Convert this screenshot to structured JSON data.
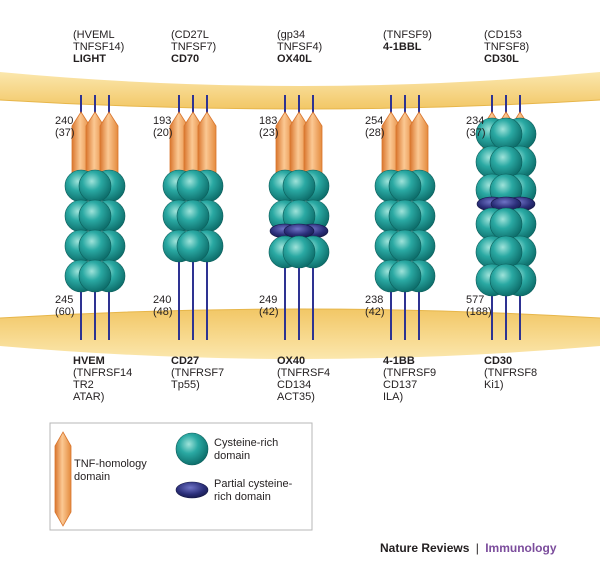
{
  "columns": [
    {
      "ligand_synonyms": [
        "(HVEML",
        "TNFSF14)"
      ],
      "ligand": "LIGHT",
      "ligand_length": "240",
      "ligand_length_sub": "(37)",
      "receptor_length": "245",
      "receptor_length_sub": "(60)",
      "receptor": "HVEM",
      "receptor_synonyms": [
        "(TNFRSF14",
        "TR2",
        "ATAR)"
      ],
      "crd_count": 4,
      "partial_crd": false
    },
    {
      "ligand_synonyms": [
        "(CD27L",
        "TNFSF7)"
      ],
      "ligand": "CD70",
      "ligand_length": "193",
      "ligand_length_sub": "(20)",
      "receptor_length": "240",
      "receptor_length_sub": "(48)",
      "receptor": "CD27",
      "receptor_synonyms": [
        "(TNFRSF7",
        "Tp55)"
      ],
      "crd_count": 3,
      "partial_crd": false
    },
    {
      "ligand_synonyms": [
        "(gp34",
        "TNFSF4)"
      ],
      "ligand": "OX40L",
      "ligand_length": "183",
      "ligand_length_sub": "(23)",
      "receptor_length": "249",
      "receptor_length_sub": "(42)",
      "receptor": "OX40",
      "receptor_synonyms": [
        "(TNFRSF4",
        "CD134",
        "ACT35)"
      ],
      "crd_count": 3,
      "partial_crd": true
    },
    {
      "ligand_synonyms": [
        "(TNFSF9)"
      ],
      "ligand": "4-1BBL",
      "ligand_length": "254",
      "ligand_length_sub": "(28)",
      "receptor_length": "238",
      "receptor_length_sub": "(42)",
      "receptor": "4-1BB",
      "receptor_synonyms": [
        "(TNFRSF9",
        "CD137",
        "ILA)"
      ],
      "crd_count": 4,
      "partial_crd": false
    },
    {
      "ligand_synonyms": [
        "(CD153",
        "TNFSF8)"
      ],
      "ligand": "CD30L",
      "ligand_length": "234",
      "ligand_length_sub": "(37)",
      "receptor_length": "577",
      "receptor_length_sub": "(188)",
      "receptor": "CD30",
      "receptor_synonyms": [
        "(TNFRSF8",
        "Ki1)"
      ],
      "crd_count": 6,
      "partial_crd": true
    }
  ],
  "legend": {
    "tnf_homology": "TNF-homology domain",
    "tnf_homology_lines": [
      "TNF-homology",
      "domain"
    ],
    "cysteine_rich": "Cysteine-rich domain",
    "cysteine_rich_lines": [
      "Cysteine-rich",
      "domain"
    ],
    "partial_cysteine_rich": "Partial cysteine-rich domain",
    "partial_cysteine_rich_lines": [
      "Partial cysteine-",
      "rich domain"
    ]
  },
  "footer": {
    "journal": "Nature Reviews",
    "separator": "|",
    "section": "Immunology"
  },
  "colors": {
    "membrane": "#f7d98b",
    "membrane_edge": "#e7b64a",
    "tnf_domain": "#f4a460",
    "tnf_domain_dark": "#d9762e",
    "crd": "#1f9c98",
    "crd_highlight": "#7fd1c8",
    "partial_crd": "#2b2f7a",
    "stalk": "#2e3392",
    "footer_accent": "#7b4c9c"
  }
}
